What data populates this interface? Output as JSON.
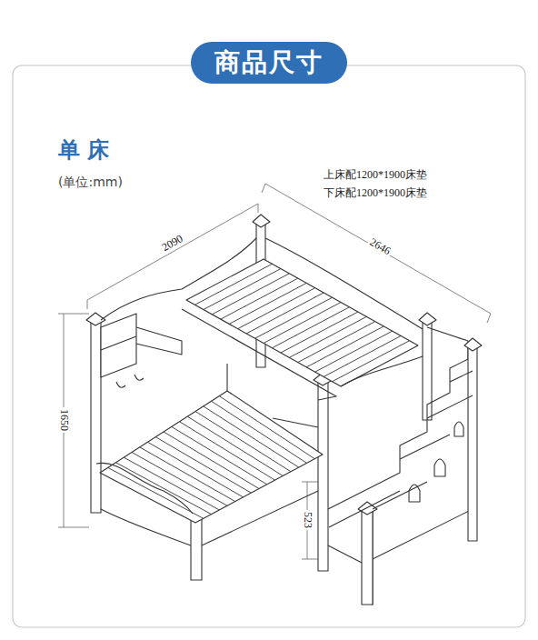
{
  "diagram": {
    "title": "商品尺寸",
    "labels": [
      "单 床",
      "(单位:mm)",
      "上床配1200*1900床垫",
      "下床配1200*1900床垫",
      "2090",
      "2646",
      "1650",
      "523"
    ]
  }
}
